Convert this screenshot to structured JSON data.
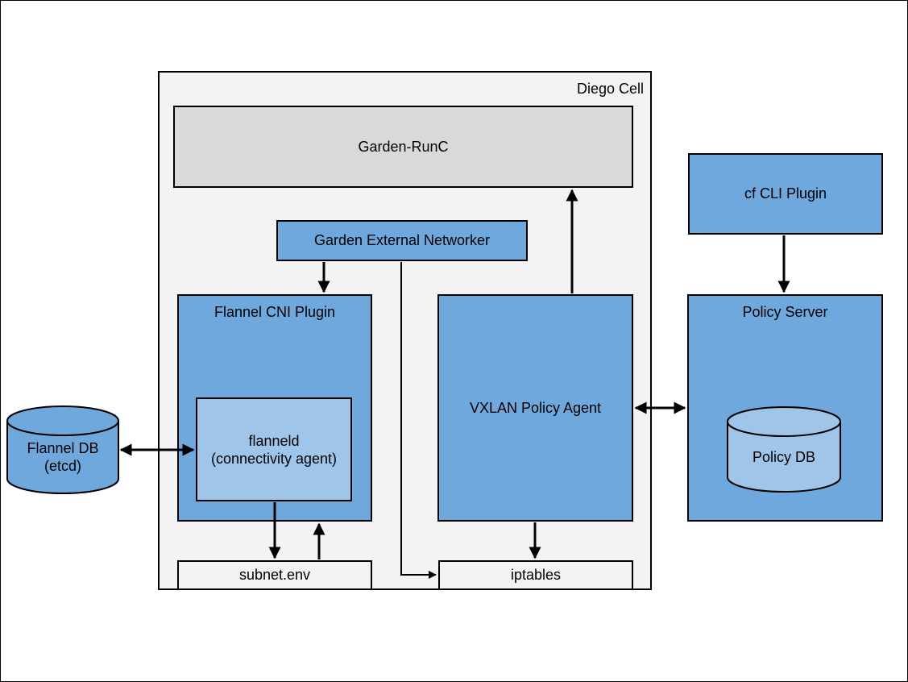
{
  "colors": {
    "cell_bg": "#f3f3f3",
    "garden_bg": "#d9d9d9",
    "component_blue": "#6fa8dc",
    "inner_blue": "#9fc5e8",
    "file_bg": "#f3f3f3",
    "line": "#000000"
  },
  "diego_cell": {
    "label": "Diego Cell"
  },
  "garden_runc": {
    "label": "Garden-RunC"
  },
  "garden_external_networker": {
    "label": "Garden External Networker"
  },
  "flannel_cni_plugin": {
    "label": "Flannel CNI Plugin"
  },
  "flanneld": {
    "line1": "flanneld",
    "line2": "(connectivity agent)"
  },
  "vxlan_policy_agent": {
    "label": "VXLAN Policy Agent"
  },
  "subnet_env": {
    "label": "subnet.env"
  },
  "iptables": {
    "label": "iptables"
  },
  "flannel_db": {
    "line1": "Flannel DB",
    "line2": "(etcd)"
  },
  "cf_cli_plugin": {
    "label": "cf CLI Plugin"
  },
  "policy_server": {
    "label": "Policy Server"
  },
  "policy_db": {
    "label": "Policy DB"
  }
}
